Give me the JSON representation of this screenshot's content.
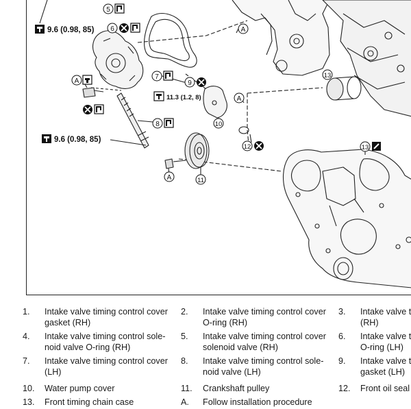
{
  "torques": [
    {
      "value": "9.6 (0.98, 85)"
    },
    {
      "value": "11.3 (1.2, 8)"
    },
    {
      "value": "9.6 (0.98, 85)"
    }
  ],
  "callouts": [
    "5",
    "6",
    "7",
    "8",
    "9",
    "10",
    "11",
    "12",
    "13",
    "13",
    "A",
    "A",
    "A",
    "A",
    "A"
  ],
  "legend": [
    {
      "num": "1.",
      "text": "Intake valve timing control cover\ngasket (RH)"
    },
    {
      "num": "2.",
      "text": "Intake valve timing control cover\nO-ring (RH)"
    },
    {
      "num": "3.",
      "text": "Intake valve t\n(RH)"
    },
    {
      "num": "4.",
      "text": "Intake valve timing control sole-\nnoid valve O-ring (RH)"
    },
    {
      "num": "5.",
      "text": "Intake valve timing control cover\nsolenoid valve (RH)"
    },
    {
      "num": "6.",
      "text": "Intake valve t\nO-ring (LH)"
    },
    {
      "num": "7.",
      "text": "Intake valve timing control cover\n(LH)"
    },
    {
      "num": "8.",
      "text": "Intake valve timing control sole-\nnoid valve (LH)"
    },
    {
      "num": "9.",
      "text": "Intake valve t\ngasket (LH)"
    },
    {
      "num": "10.",
      "text": "Water pump cover"
    },
    {
      "num": "11.",
      "text": "Crankshaft pulley"
    },
    {
      "num": "12.",
      "text": "Front oil seal"
    },
    {
      "num": "13.",
      "text": "Front timing chain case"
    },
    {
      "num": "A.",
      "text": "Follow installation procedure"
    }
  ]
}
